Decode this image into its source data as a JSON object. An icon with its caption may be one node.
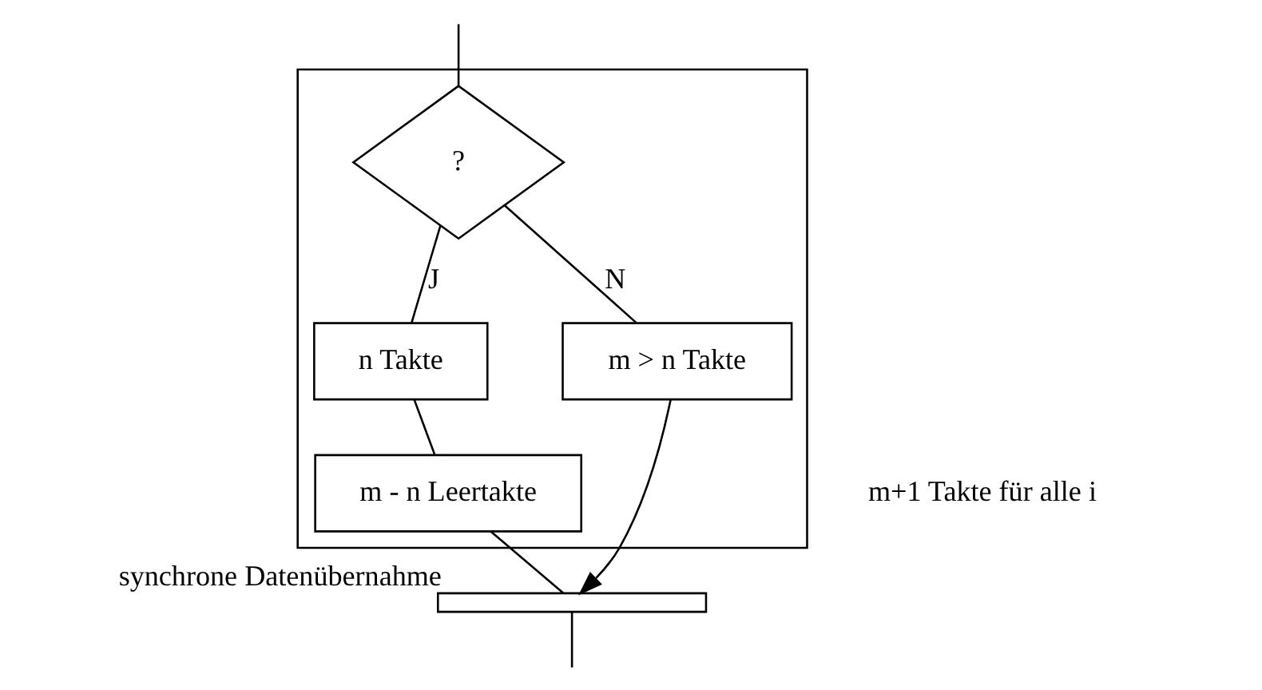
{
  "diagram": {
    "nodes": [
      {
        "text": [],
        "shape": "box",
        "beside": [
          "m+1 Takte für alle i"
        ]
      },
      {
        "text": [
          "?"
        ],
        "in": 0
      },
      {
        "text": [
          "n Takte"
        ],
        "in": 0
      },
      {
        "text": [
          "m > n Takte"
        ],
        "in": 0
      },
      {
        "text": [
          "m - n Leertakte"
        ],
        "in": 0
      },
      {
        "text": [],
        "shape": "bar",
        "beside": [
          "synchrone Datenübernahme"
        ]
      }
    ],
    "edges": [
      {
        "from": null,
        "to": 1,
        "arrow": "none"
      },
      {
        "from": 1,
        "to": 2,
        "arrow": "none",
        "label": "J"
      },
      {
        "from": 1,
        "to": 3,
        "arrow": "none",
        "label": "N"
      },
      {
        "from": 2,
        "to": 4,
        "arrow": "none"
      },
      {
        "from": 3,
        "to": 5,
        "arrow": "to"
      },
      {
        "from": 4,
        "to": 5,
        "arrow": "none"
      },
      {
        "from": 5,
        "to": null,
        "arrow": "none"
      }
    ]
  }
}
